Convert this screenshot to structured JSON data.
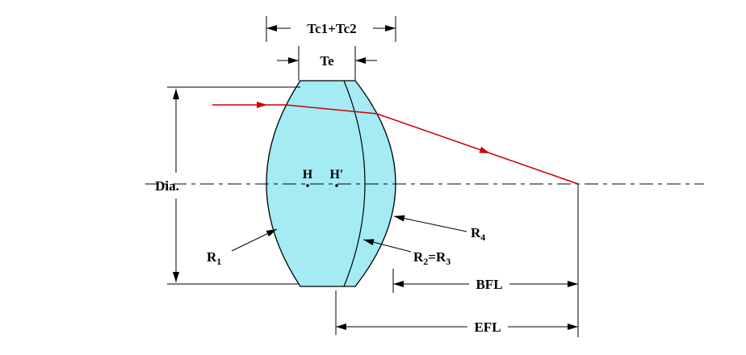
{
  "labels": {
    "tc_total": "Tc1+Tc2",
    "edge_thickness": "Te",
    "diameter": "Dia.",
    "h": "H",
    "h_prime": "H′",
    "bfl": "BFL",
    "efl": "EFL",
    "r1": {
      "base": "R",
      "sub": "1"
    },
    "r2r3": {
      "base1": "R",
      "sub1": "2",
      "equals": "=",
      "base2": "R",
      "sub2": "3"
    },
    "r4": {
      "base": "R",
      "sub": "4"
    }
  },
  "colors": {
    "lens_fill": "#A4EBF3",
    "line": "#000000",
    "ray": "#CC0000"
  }
}
